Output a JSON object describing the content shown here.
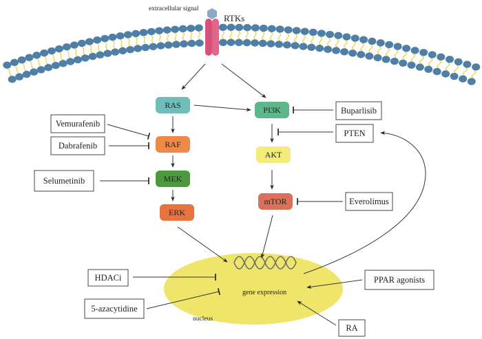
{
  "labels": {
    "extracellular_signal": "extracellular signal",
    "rtks": "RTKs",
    "gene_expression": "gene expression",
    "nucleus": "nucleus"
  },
  "nodes": {
    "ras": {
      "label": "RAS",
      "color": "#6fbdb8"
    },
    "raf": {
      "label": "RAF",
      "color": "#ee8a45"
    },
    "mek": {
      "label": "MEK",
      "color": "#4d9a3e"
    },
    "erk": {
      "label": "ERK",
      "color": "#e8733f"
    },
    "pi3k": {
      "label": "PI3K",
      "color": "#5cb88a"
    },
    "akt": {
      "label": "AKT",
      "color": "#f3ec7a"
    },
    "mtor": {
      "label": "mTOR",
      "color": "#d9705a"
    }
  },
  "drugs": {
    "vemurafenib": "Vemurafenib",
    "dabrafenib": "Dabrafenib",
    "selumetinib": "Selumetinib",
    "buparlisib": "Buparlisib",
    "pten": "PTEN",
    "everolimus": "Everolimus",
    "hdaci": "HDACi",
    "azacytidine": "5-azacytidine",
    "ppar": "PPAR agonists",
    "ra": "RA"
  },
  "colors": {
    "membrane_head": "#4f7fa6",
    "membrane_tail": "#e8d53a",
    "receptor": "#d9507a",
    "ligand": "#8fa6c4",
    "nucleus": "#efe56a",
    "line": "#333333"
  }
}
